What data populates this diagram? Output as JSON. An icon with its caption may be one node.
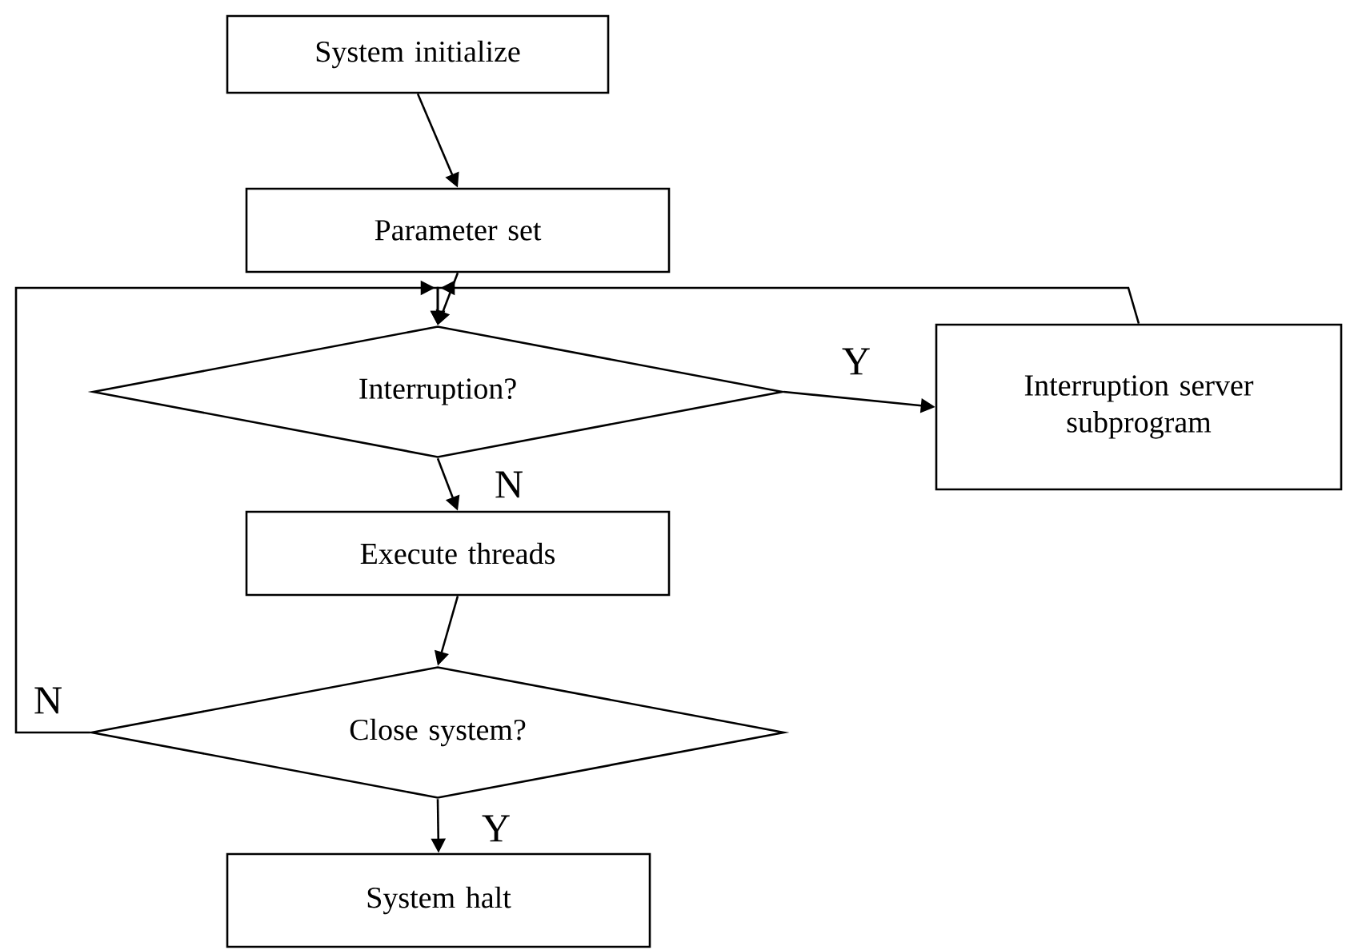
{
  "diagram": {
    "nodes": [
      {
        "text": [
          "System initialize"
        ]
      },
      {
        "text": [
          "Parameter set"
        ]
      },
      {
        "text": [
          "Interruption?"
        ]
      },
      {
        "text": [
          "Interruption server subprogram"
        ]
      },
      {
        "text": [
          "Execute threads"
        ]
      },
      {
        "text": [
          "Close system?"
        ]
      },
      {
        "text": [
          "System halt"
        ]
      }
    ],
    "edges": [
      {
        "from": 0,
        "to": 1,
        "arrow": "to"
      },
      {
        "from": 1,
        "to": 2,
        "arrow": "to"
      },
      {
        "from": 2,
        "to": 3,
        "arrow": "to",
        "label": "Y"
      },
      {
        "from": 2,
        "to": 4,
        "arrow": "to",
        "label": "N"
      },
      {
        "from": 3,
        "to": 2,
        "arrow": "to"
      },
      {
        "from": 4,
        "to": 5,
        "arrow": "to"
      },
      {
        "from": 5,
        "to": 2,
        "arrow": "to",
        "label": "N"
      },
      {
        "from": 5,
        "to": 6,
        "arrow": "to",
        "label": "Y"
      }
    ]
  }
}
